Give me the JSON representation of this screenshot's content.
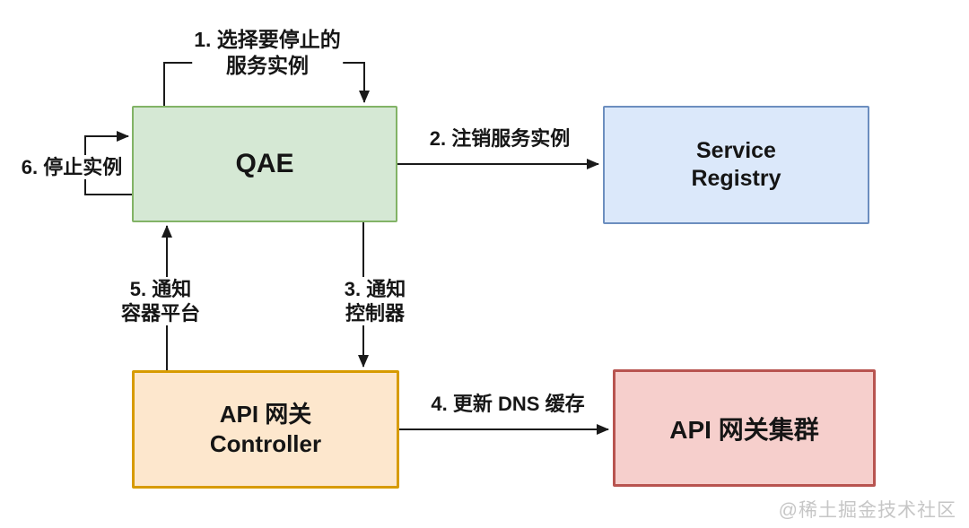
{
  "diagram": {
    "nodes": {
      "qae": {
        "label": "QAE",
        "fill": "#d5e8d4",
        "border": "#82b366"
      },
      "service_registry": {
        "label_line1": "Service",
        "label_line2": "Registry",
        "fill": "#dbe8fa",
        "border": "#6c8ebf"
      },
      "api_gateway_controller": {
        "label_line1": "API 网关",
        "label_line2": "Controller",
        "fill": "#fde7cd",
        "border": "#d79b00"
      },
      "api_gateway_cluster": {
        "label": "API 网关集群",
        "fill": "#f6cfcc",
        "border": "#b85450"
      }
    },
    "edges": {
      "step1": {
        "label_line1": "1. 选择要停止的",
        "label_line2": "服务实例",
        "from": "qae",
        "to": "qae"
      },
      "step2": {
        "label": "2. 注销服务实例",
        "from": "qae",
        "to": "service_registry"
      },
      "step3": {
        "label_line1": "3. 通知",
        "label_line2": "控制器",
        "from": "qae",
        "to": "api_gateway_controller"
      },
      "step4": {
        "label": "4. 更新 DNS 缓存",
        "from": "api_gateway_controller",
        "to": "api_gateway_cluster"
      },
      "step5": {
        "label_line1": "5. 通知",
        "label_line2": "容器平台",
        "from": "api_gateway_controller",
        "to": "qae"
      },
      "step6": {
        "label": "6. 停止实例",
        "from": "qae",
        "to": "qae"
      }
    },
    "line_color": "#1a1a1a",
    "watermark": "@稀土掘金技术社区"
  }
}
